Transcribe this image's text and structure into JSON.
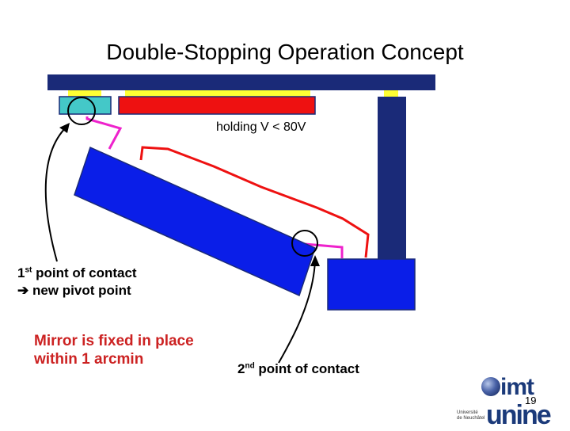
{
  "title": "Double-Stopping Operation Concept",
  "labels": {
    "holding_voltage": "holding V < 80V",
    "contact1_sup": "st",
    "contact1_tail": " point of contact",
    "contact1_line2": "➔  new pivot point",
    "contact2_sup": "nd",
    "contact2_tail": " point of contact",
    "fixed_line1": "Mirror is fixed in place",
    "fixed_line2": "within 1 arcmin"
  },
  "footer": {
    "page_number": "19",
    "imt_logo": "imt",
    "unine_logo": "unine",
    "university_small": "Université\nde Neuchâtel"
  },
  "colors": {
    "navy": "#1a2a78",
    "blue": "#0a1ee8",
    "red": "#ee1111",
    "yellow": "#ffff33",
    "cyan": "#44c8c8",
    "magenta": "#ee22cc",
    "annotation_red": "#cc2222"
  }
}
